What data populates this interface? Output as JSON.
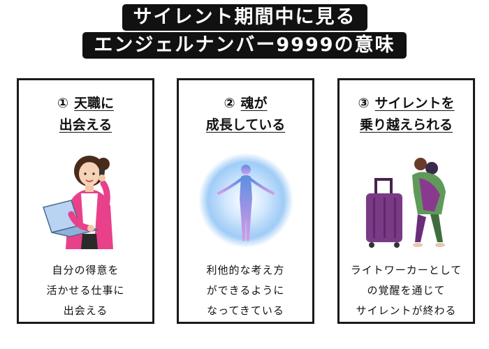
{
  "title": {
    "line1": "サイレント期間中に見る",
    "line2": "エンジェルナンバー9999の意味"
  },
  "cards": [
    {
      "number": "①",
      "heading_line1": "天職に",
      "heading_line2": "出会える",
      "body": [
        "自分の得意を",
        "活かせる仕事に",
        "出会える"
      ],
      "illustration": "woman-with-laptop-phone-icon"
    },
    {
      "number": "②",
      "heading_line1": "魂が",
      "heading_line2": "成長している",
      "body": [
        "利他的な考え方",
        "ができるように",
        "なってきている"
      ],
      "illustration": "glowing-soul-figure-icon"
    },
    {
      "number": "③",
      "heading_line1": "サイレントを",
      "heading_line2": "乗り越えられる",
      "body": [
        "ライトワーカーとして",
        "の覚醒を通じて",
        "サイレントが終わる"
      ],
      "illustration": "couple-hug-suitcase-icon"
    }
  ],
  "colors": {
    "title_bg": "#111111",
    "border": "#1a1a1a",
    "jacket": "#e8418a",
    "suitcase": "#7b3a86",
    "glow": "#8fc3f5"
  }
}
